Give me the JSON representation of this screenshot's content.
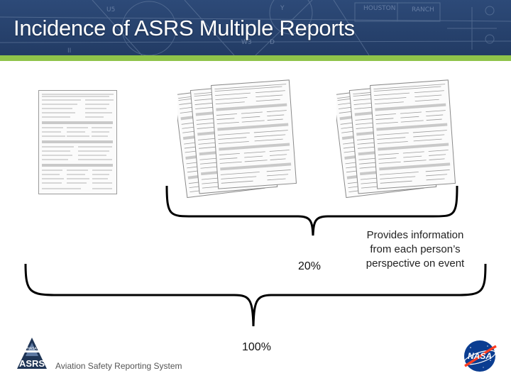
{
  "slide": {
    "title": "Incidence of ASRS Multiple Reports",
    "pct_group": "20%",
    "pct_all": "100%",
    "note": "Provides information from each person’s perspective on event",
    "footer": "Aviation Safety Reporting System"
  },
  "logos": {
    "asrs_text": "ASRS",
    "asrs_small": "NASA",
    "nasa_text": "NASA"
  },
  "colors": {
    "header_bg": "#24406b",
    "accent_green": "#8fc34a",
    "nasa_blue": "#0b3d91",
    "nasa_red": "#fc3d21"
  },
  "icons": [
    "report-form-icon",
    "asrs-logo",
    "nasa-logo"
  ]
}
